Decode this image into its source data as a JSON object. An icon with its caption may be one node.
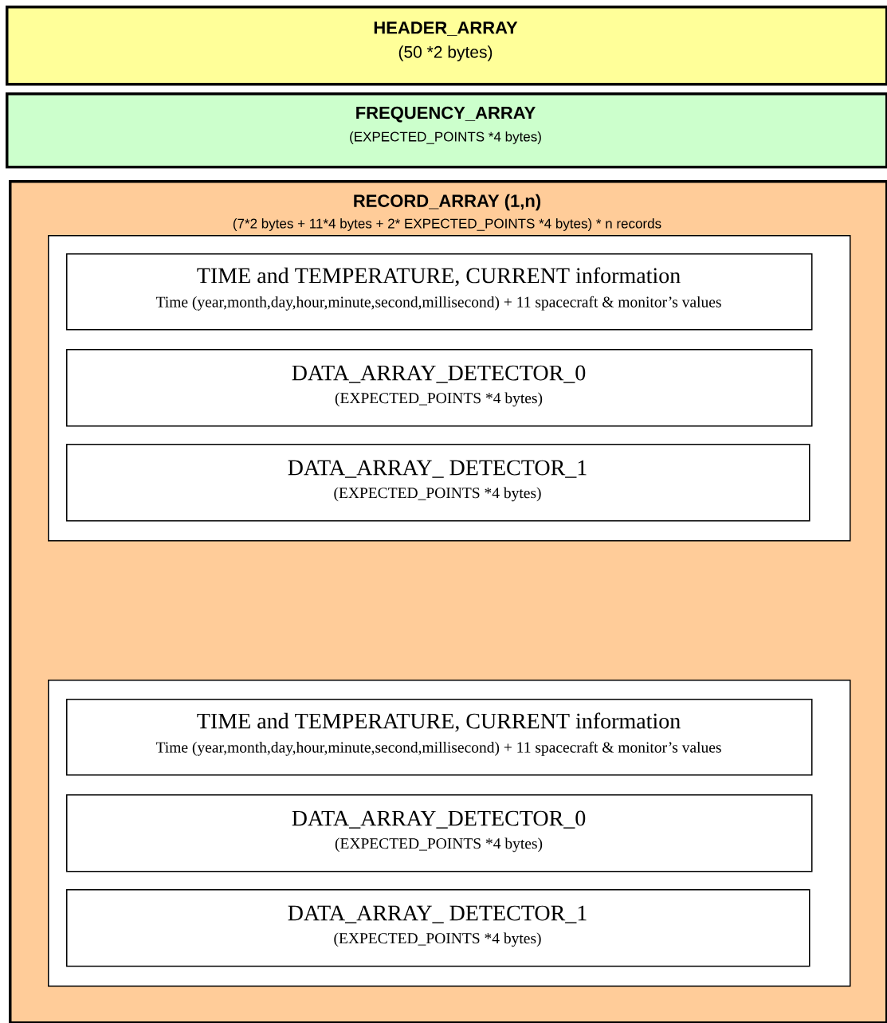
{
  "diagram": {
    "nodes": [
      {
        "text": [
          "HEADER_ARRAY",
          "(50 *2 bytes)"
        ]
      },
      {
        "text": [
          "FREQUENCY_ARRAY",
          "(EXPECTED_POINTS *4 bytes)"
        ]
      },
      {
        "text": [
          "RECORD_ARRAY (1,n)",
          "(7*2 bytes + 11*4 bytes + 2* EXPECTED_POINTS *4 bytes) * n records"
        ]
      },
      {
        "text": [],
        "shape": "box",
        "in": 2
      },
      {
        "text": [
          "TIME and TEMPERATURE, CURRENT information",
          "Time (year,month,day,hour,minute,second,millisecond) + 11 spacecraft & monitor’s values"
        ],
        "in": 3
      },
      {
        "text": [
          "DATA_ARRAY_DETECTOR_0",
          "(EXPECTED_POINTS *4 bytes)"
        ],
        "in": 3
      },
      {
        "text": [
          "DATA_ARRAY_ DETECTOR_1",
          "(EXPECTED_POINTS *4 bytes)"
        ],
        "in": 3
      },
      {
        "text": [],
        "shape": "box",
        "in": 2
      },
      {
        "text": [
          "TIME and TEMPERATURE, CURRENT information",
          "Time (year,month,day,hour,minute,second,millisecond) + 11 spacecraft & monitor’s values"
        ],
        "in": 7
      },
      {
        "text": [
          "DATA_ARRAY_DETECTOR_0",
          "(EXPECTED_POINTS *4 bytes)"
        ],
        "in": 7
      },
      {
        "text": [
          "DATA_ARRAY_ DETECTOR_1",
          "(EXPECTED_POINTS *4 bytes)"
        ],
        "in": 7
      }
    ]
  }
}
